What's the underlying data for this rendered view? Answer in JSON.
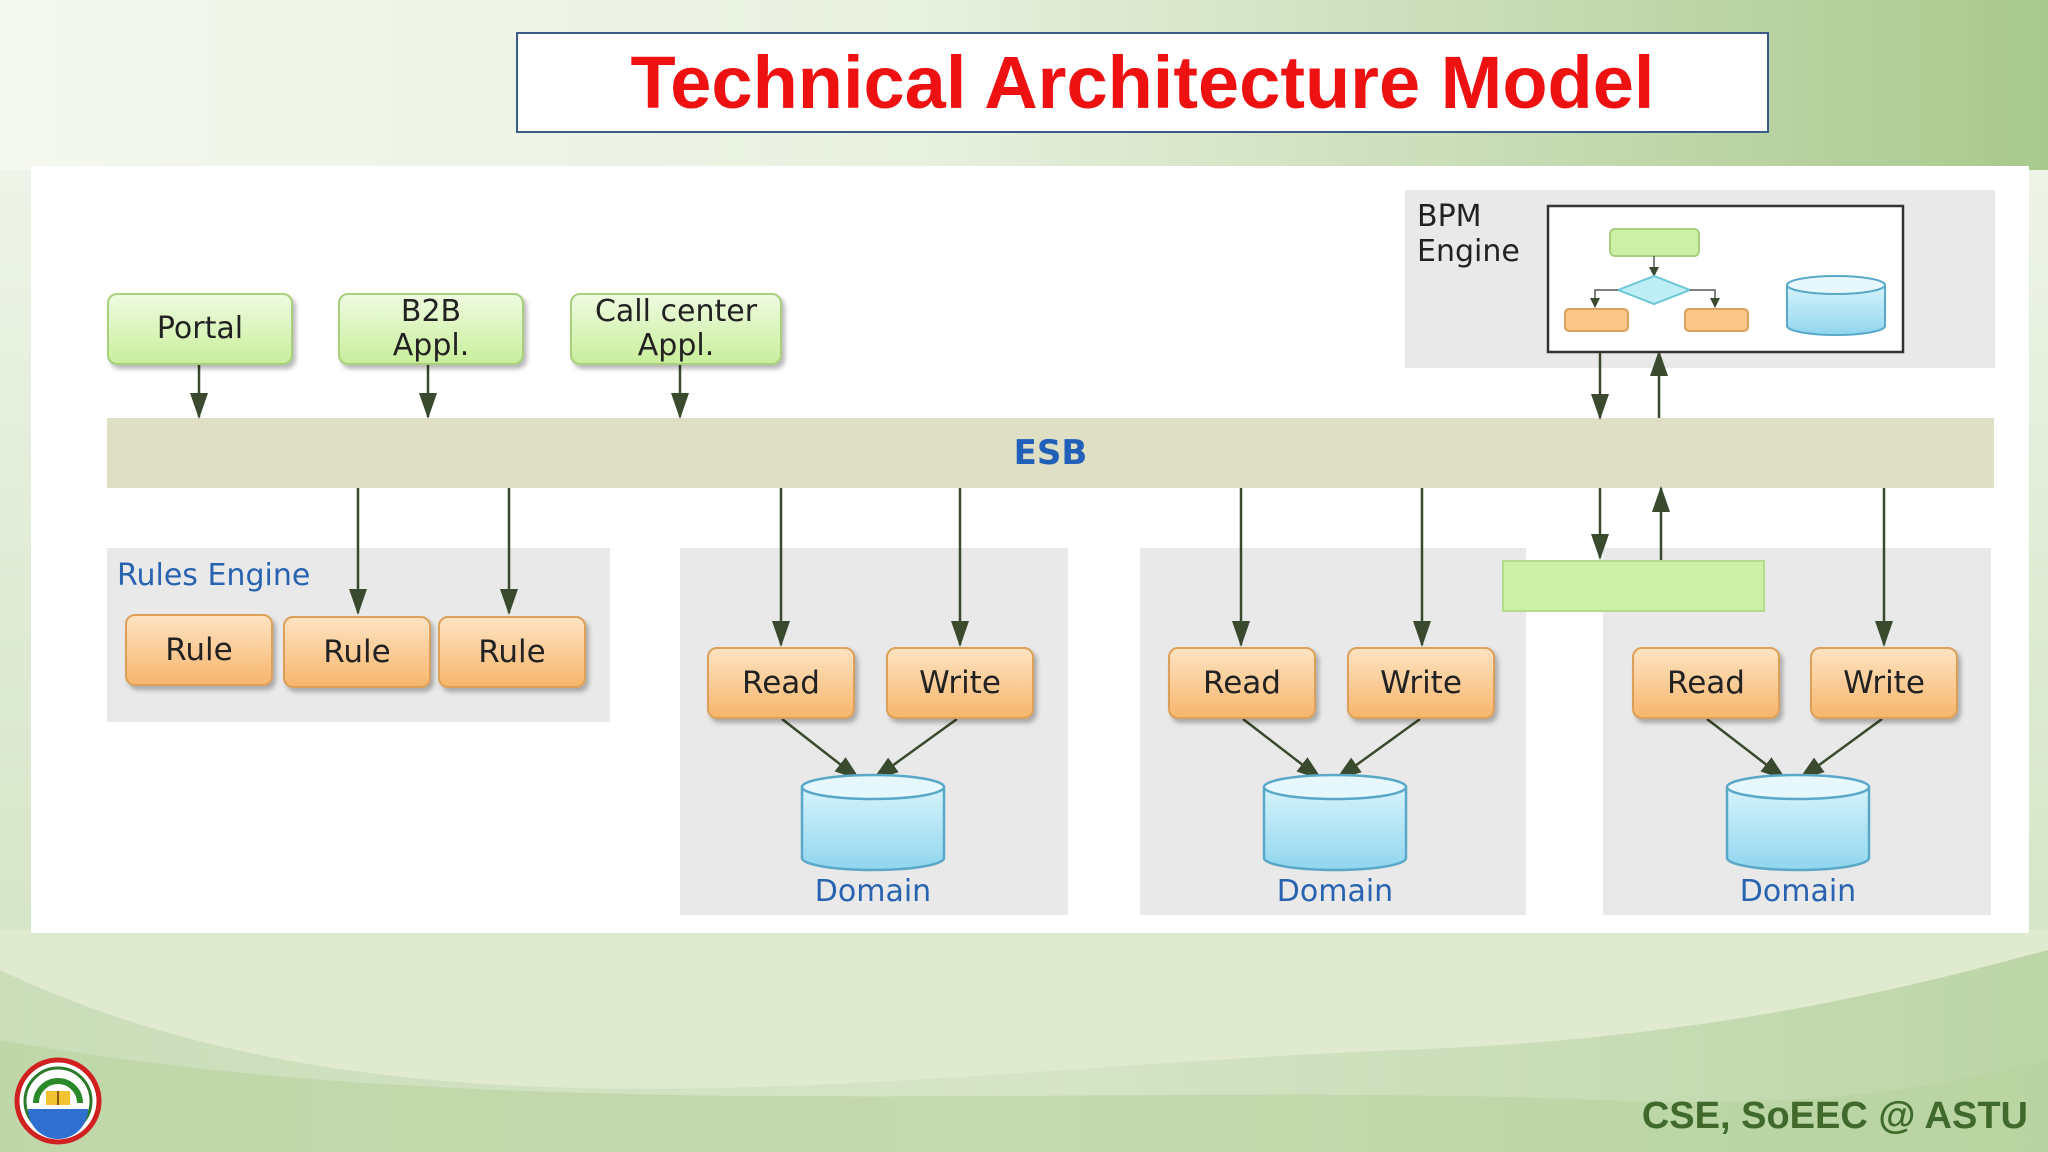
{
  "slide": {
    "title": "Technical Architecture Model",
    "footer": "CSE, SoEEC @ ASTU",
    "title_color": "#ee1111",
    "footer_color": "#3f6a2b"
  },
  "diagram": {
    "clients": [
      {
        "label": "Portal"
      },
      {
        "label": "B2B\nAppl."
      },
      {
        "label": "Call center\nAppl."
      }
    ],
    "bus": {
      "label": "ESB",
      "color": "#2160b8"
    },
    "bpm": {
      "label": "BPM\nEngine"
    },
    "rules_engine": {
      "label": "Rules Engine",
      "rules": [
        "Rule",
        "Rule",
        "Rule"
      ]
    },
    "domains": [
      {
        "read": "Read",
        "write": "Write",
        "label": "Domain"
      },
      {
        "read": "Read",
        "write": "Write",
        "label": "Domain"
      },
      {
        "read": "Read",
        "write": "Write",
        "label": "Domain"
      }
    ],
    "colors": {
      "client_box": "#c9ef9c",
      "rule_box": "#f7b66c",
      "database": "#aee4f5",
      "region": "#e9e9e9",
      "bus": "#dfdfc5"
    }
  }
}
